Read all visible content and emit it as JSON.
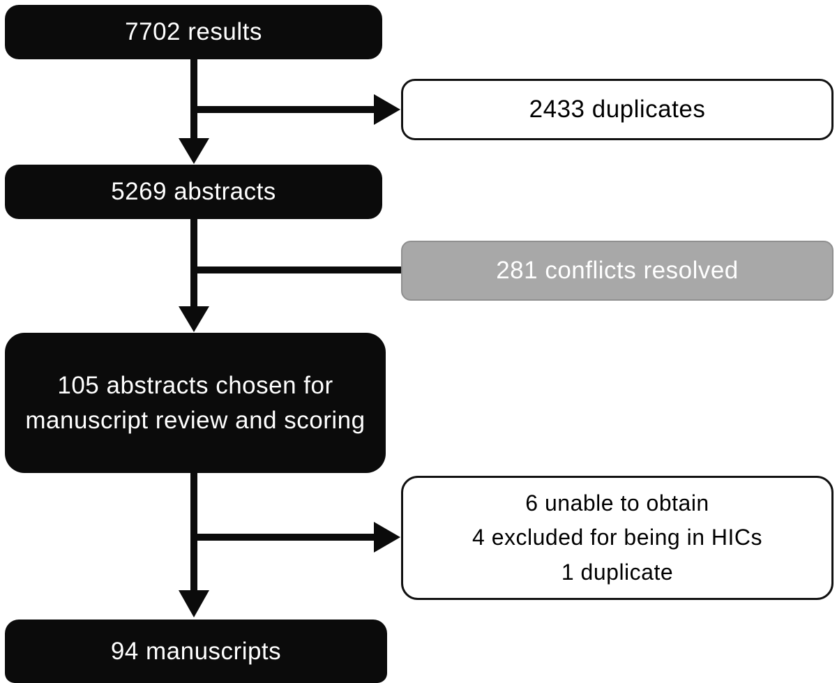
{
  "colors": {
    "node_black": "#0b0b0b",
    "node_gray": "#a8a8a8",
    "gray_border": "#8f8f8f",
    "box_border": "#111111",
    "text_on_dark": "#ffffff",
    "text_on_light": "#000000",
    "arrow": "#0b0b0b",
    "page_bg": "#ffffff"
  },
  "nodes": {
    "results": {
      "label": "7702 results"
    },
    "duplicates": {
      "label": "2433 duplicates"
    },
    "abstracts": {
      "label": "5269 abstracts"
    },
    "conflicts": {
      "label": "281 conflicts resolved"
    },
    "chosen": {
      "label": "105 abstracts chosen for manuscript review and scoring"
    },
    "excluded": {
      "lines": [
        "6 unable to obtain",
        "4 excluded for being in HICs",
        "1 duplicate"
      ]
    },
    "manuscripts": {
      "label": "94 manuscripts"
    }
  }
}
